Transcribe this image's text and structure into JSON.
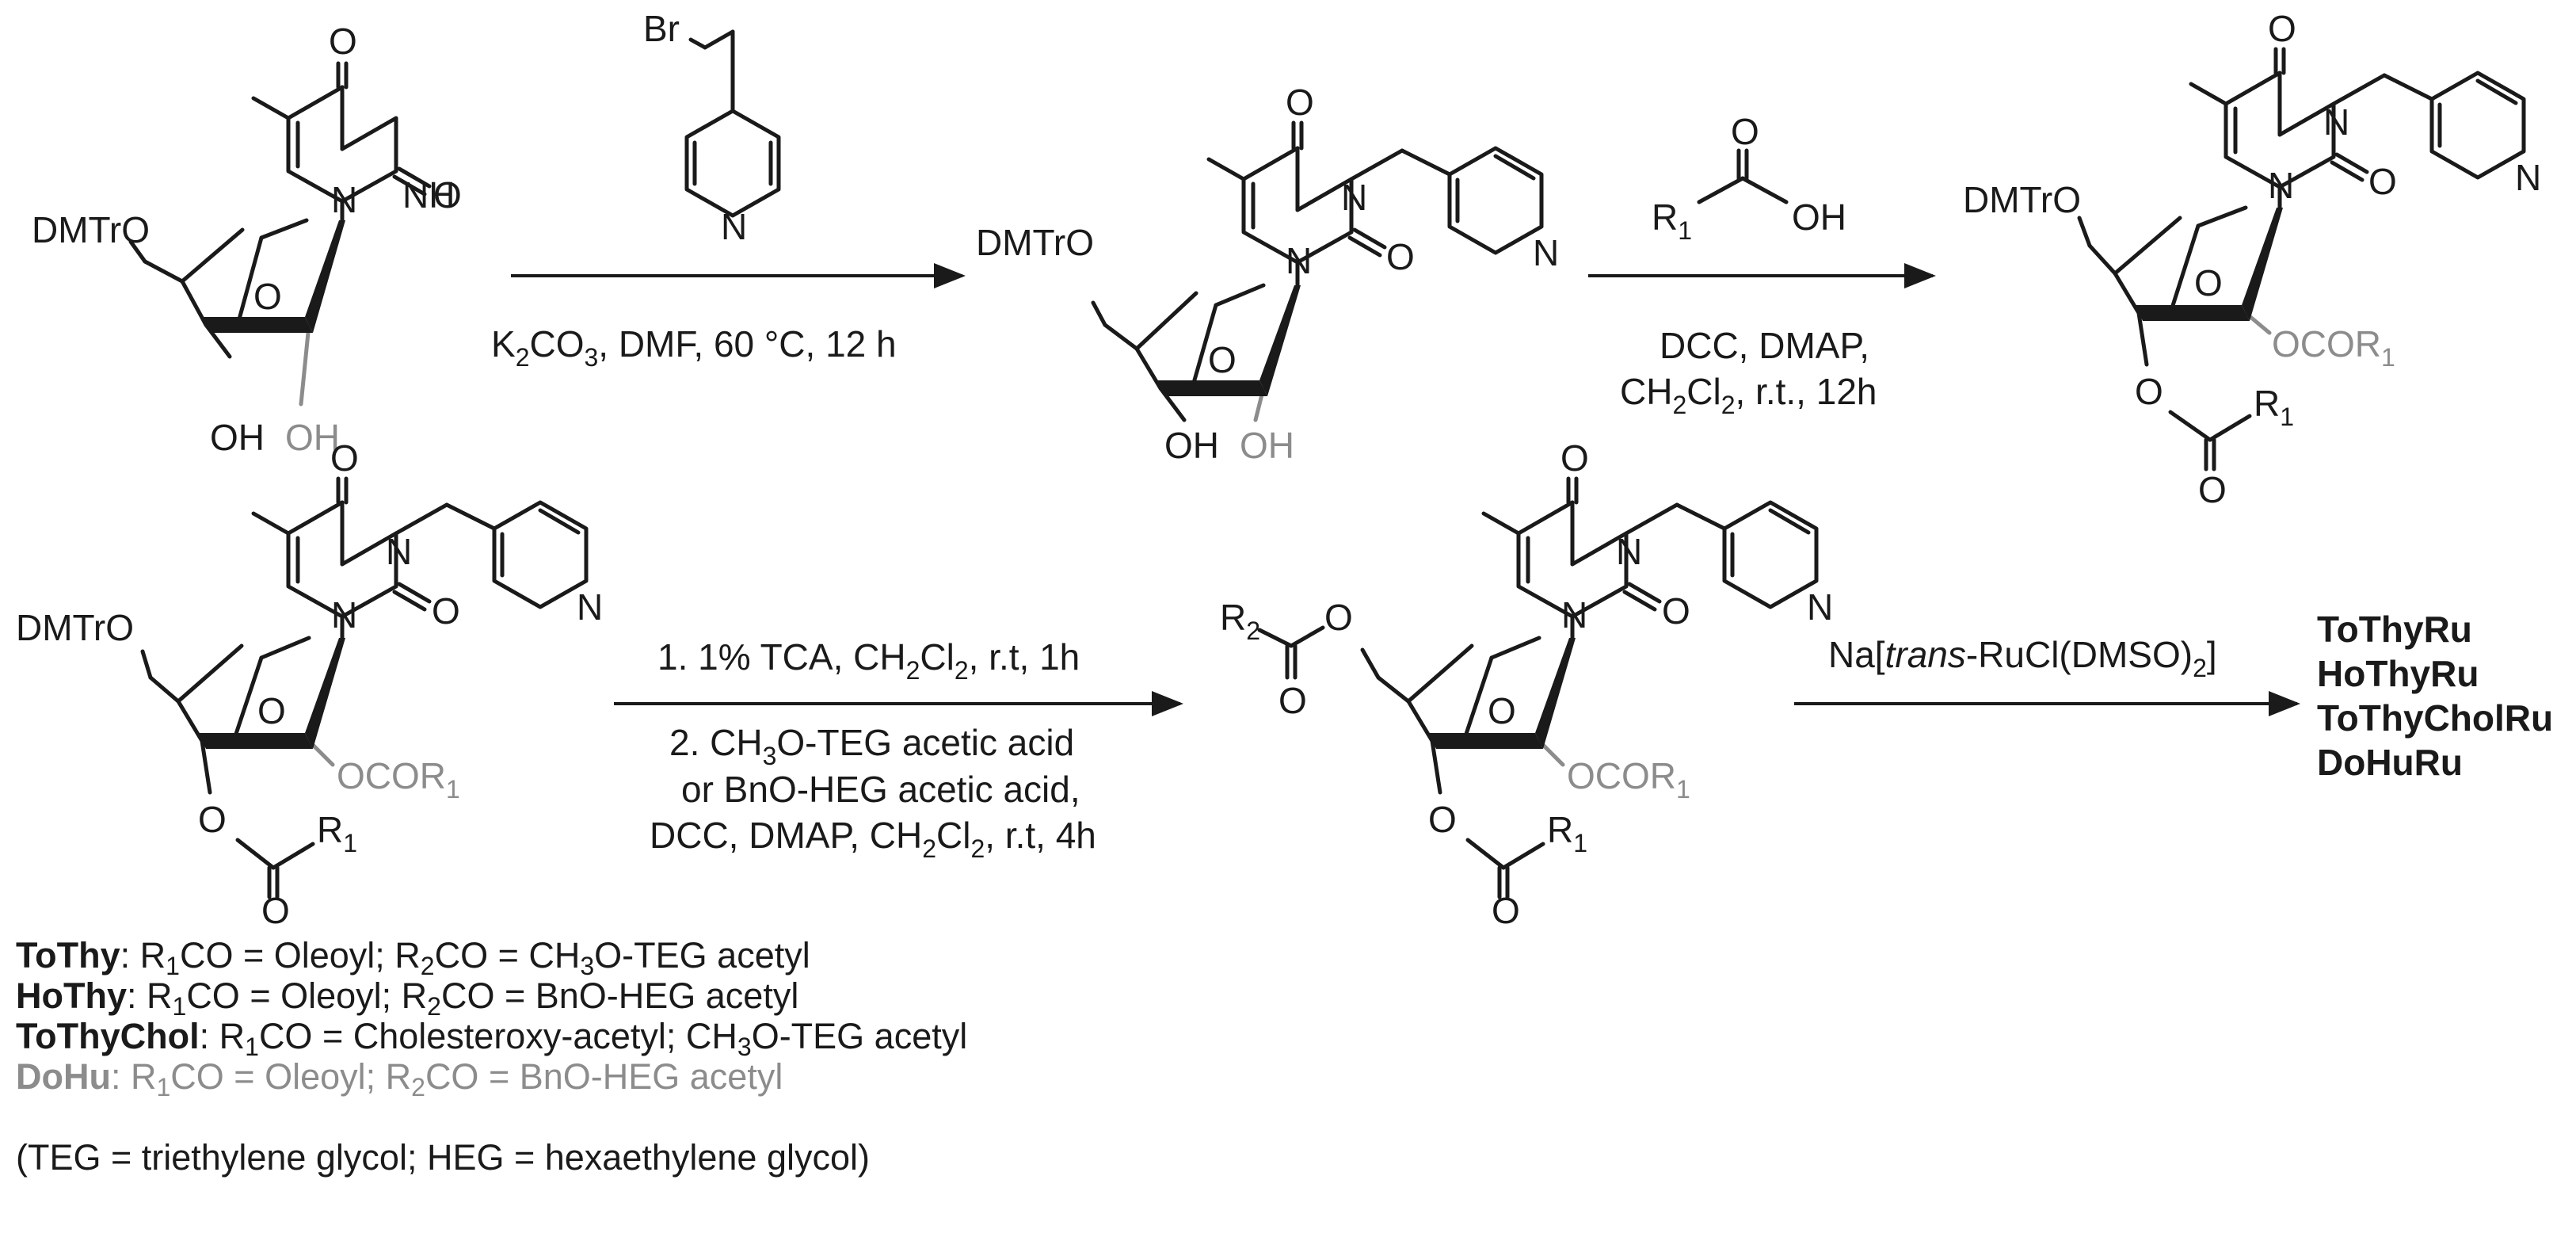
{
  "molecules": {
    "m1": {
      "substituent_5p": "DMTrO",
      "oh_3p": "OH",
      "oh_2p": "OH",
      "o_ring": "O",
      "n1": "N",
      "n3h": "NH",
      "o2": "O",
      "o4": "O"
    },
    "m2": {
      "substituent_5p": "DMTrO",
      "oh_3p": "OH",
      "oh_2p": "OH",
      "o_ring": "O",
      "n1": "N",
      "n3": "N",
      "o2": "O",
      "o4": "O",
      "pyridine_n": "N"
    },
    "m3": {
      "substituent_5p": "DMTrO",
      "o_ring": "O",
      "n1": "N",
      "n3": "N",
      "o2": "O",
      "o4": "O",
      "pyridine_n": "N",
      "ester_2p": "OCOR",
      "ester_2p_sub": "1",
      "ester_3p_o": "O",
      "ester_3p_r": "R",
      "ester_3p_r_sub": "1",
      "ester_3p_carbonyl": "O"
    },
    "m4": {
      "substituent_5p": "DMTrO",
      "o_ring": "O",
      "n1": "N",
      "n3": "N",
      "o2": "O",
      "o4": "O",
      "pyridine_n": "N",
      "ester_2p": "OCOR",
      "ester_2p_sub": "1",
      "ester_3p_o": "O",
      "ester_3p_r": "R",
      "ester_3p_r_sub": "1",
      "ester_3p_carbonyl": "O"
    },
    "m5": {
      "ester_5p_r": "R",
      "ester_5p_r_sub": "2",
      "ester_5p_o": "O",
      "ester_5p_carbonyl": "O",
      "o_ring": "O",
      "n1": "N",
      "n3": "N",
      "o2": "O",
      "o4": "O",
      "pyridine_n": "N",
      "ester_2p": "OCOR",
      "ester_2p_sub": "1",
      "ester_3p_o": "O",
      "ester_3p_r": "R",
      "ester_3p_r_sub": "1",
      "ester_3p_carbonyl": "O"
    }
  },
  "reagents": {
    "r1": {
      "halide": "Br",
      "pyridine_n": "N"
    },
    "r2": {
      "r": "R",
      "r_sub": "1",
      "carbonyl_o": "O",
      "oh": "OH"
    }
  },
  "conditions": {
    "step1": {
      "t1": "K",
      "t1_sub": "2",
      "t2": "CO",
      "t2_sub": "3",
      "t3": ", DMF, 60 °C, 12 h"
    },
    "step2": {
      "line1": "DCC, DMAP,",
      "line2_a": "CH",
      "line2_a_sub": "2",
      "line2_b": "Cl",
      "line2_b_sub": "2",
      "line2_c": ", r.t., 12h"
    },
    "step3": {
      "line1_a": "1. 1% TCA, CH",
      "line1_a_sub": "2",
      "line1_b": "Cl",
      "line1_b_sub": "2",
      "line1_c": ", r.t, 1h",
      "line2_a": "2. CH",
      "line2_a_sub": "3",
      "line2_b": "O-TEG acetic acid",
      "line3": "or BnO-HEG acetic acid,",
      "line4_a": "DCC, DMAP, CH",
      "line4_a_sub": "2",
      "line4_b": "Cl",
      "line4_b_sub": "2",
      "line4_c": ", r.t, 4h"
    },
    "step4": {
      "a": "Na[",
      "b": "trans",
      "c": "-RuCl(DMSO)",
      "c_sub": "2",
      "d": "]"
    }
  },
  "products": [
    "ToThyRu",
    "HoThyRu",
    "ToThyCholRu",
    "DoHuRu"
  ],
  "legend": {
    "lines": [
      {
        "name": "ToThy",
        "a": ": R",
        "a_sub": "1",
        "b": "CO = Oleoyl; R",
        "b_sub": "2",
        "c": "CO = CH",
        "c_sub": "3",
        "d": "O-TEG acetyl",
        "grey": false
      },
      {
        "name": "HoThy",
        "a": ": R",
        "a_sub": "1",
        "b": "CO = Oleoyl; R",
        "b_sub": "2",
        "c": "CO = BnO-HEG acetyl",
        "c_sub": "",
        "d": "",
        "grey": false
      },
      {
        "name": "ToThyChol",
        "a": ": R",
        "a_sub": "1",
        "b": "CO = Cholesteroxy-acetyl; CH",
        "b_sub": "3",
        "c": "O-TEG acetyl",
        "c_sub": "",
        "d": "",
        "grey": false
      },
      {
        "name": "DoHu",
        "a": ": R",
        "a_sub": "1",
        "b": "CO = Oleoyl; R",
        "b_sub": "2",
        "c": "CO = BnO-HEG acetyl",
        "c_sub": "",
        "d": "",
        "grey": true
      }
    ],
    "footnote": "(TEG = triethylene glycol; HEG = hexaethylene glycol)"
  }
}
